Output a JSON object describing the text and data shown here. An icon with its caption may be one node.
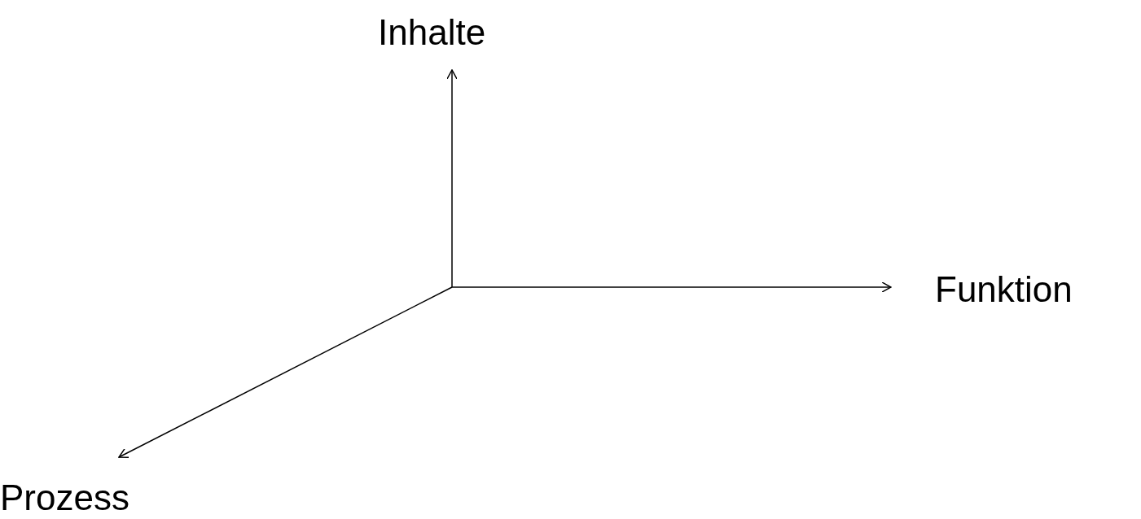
{
  "diagram": {
    "labels": [
      "Inhalte",
      "Funktion",
      "Prozess"
    ]
  }
}
